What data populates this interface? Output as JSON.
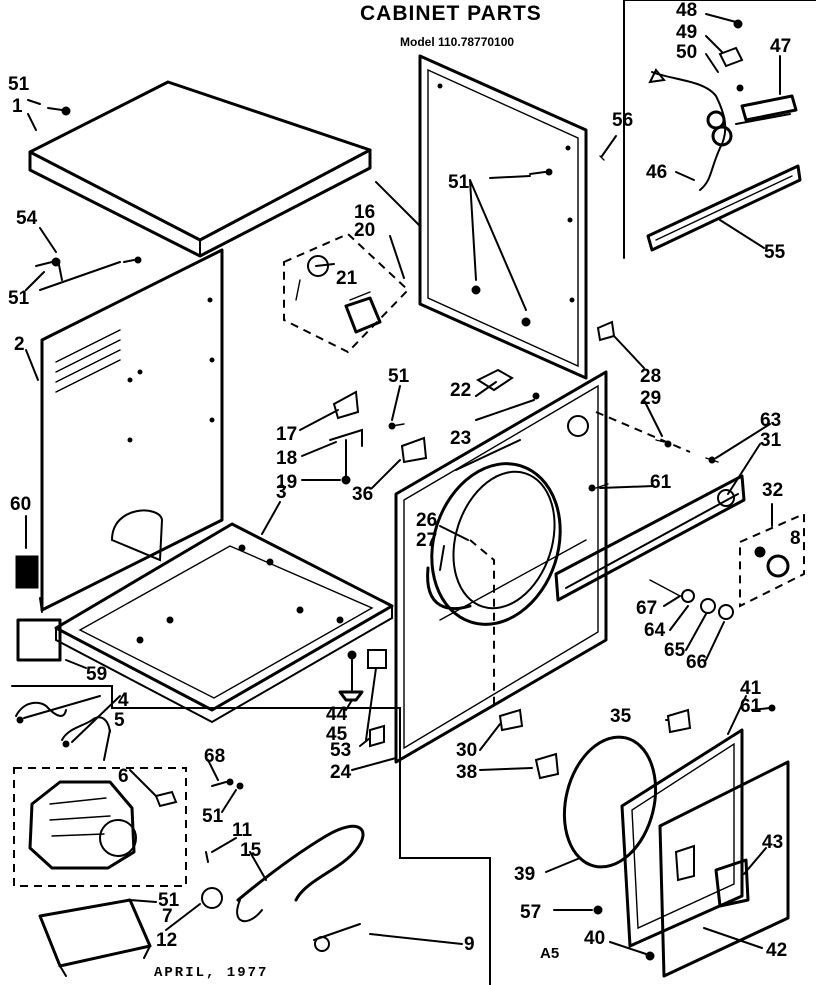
{
  "header": {
    "title": "CABINET PARTS",
    "model": "Model 110.78770100"
  },
  "footer": {
    "date": "APRIL, 1977",
    "code": "A5"
  },
  "labels": {
    "l1": "1",
    "l2": "2",
    "l3": "3",
    "l4": "4",
    "l5": "5",
    "l6": "6",
    "l7": "7",
    "l8": "8",
    "l9": "9",
    "l11": "11",
    "l12": "12",
    "l15": "15",
    "l16": "16",
    "l17": "17",
    "l18": "18",
    "l19": "19",
    "l20": "20",
    "l21": "21",
    "l22": "22",
    "l23": "23",
    "l24": "24",
    "l26": "26",
    "l27": "27",
    "l28": "28",
    "l29": "29",
    "l30": "30",
    "l31": "31",
    "l32": "32",
    "l35": "35",
    "l36": "36",
    "l38": "38",
    "l39": "39",
    "l40": "40",
    "l41": "41",
    "l42": "42",
    "l43": "43",
    "l44": "44",
    "l45": "45",
    "l46": "46",
    "l47": "47",
    "l48": "48",
    "l49": "49",
    "l50": "50",
    "l51": "51",
    "l53": "53",
    "l54": "54",
    "l55": "55",
    "l56": "56",
    "l57": "57",
    "l59": "59",
    "l60": "60",
    "l61": "61",
    "l63": "63",
    "l64": "64",
    "l65": "65",
    "l66": "66",
    "l67": "67",
    "l68": "68"
  }
}
